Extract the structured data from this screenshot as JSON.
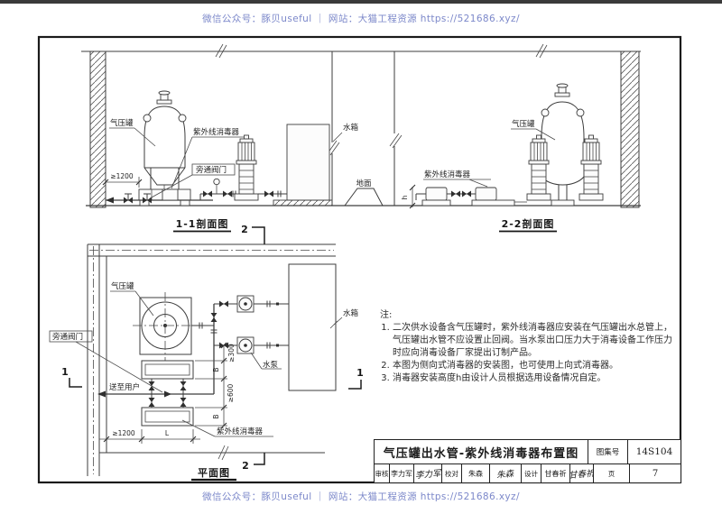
{
  "watermark": {
    "text": "微信公众号：豚贝useful ｜ 网站：大猫工程资源 https://521686.xyz/"
  },
  "sections": {
    "s11": {
      "title": "1-1剖面图",
      "tank": "气压罐",
      "uv": "紫外线消毒器",
      "bypass": "旁通阀门",
      "dim_wall": "≥1200"
    },
    "s22": {
      "title": "2-2剖面图",
      "tank": "气压罐",
      "uv": "紫外线消毒器",
      "dim_h": "h",
      "water_tank": "水箱",
      "ground": "地面"
    },
    "plan": {
      "title": "平面图",
      "tank": "气压罐",
      "bypass": "旁通阀门",
      "to_user": "送至用户",
      "pump": "水泵",
      "uv": "紫外线消毒器",
      "water_tank": "水箱",
      "dim_wall": "≥1200",
      "dim_l": "L",
      "dim_b": "B",
      "dim_600": "≥600",
      "dim_300": "≥300",
      "marker_1": "1",
      "marker_2": "2"
    }
  },
  "notes": {
    "heading": "注:",
    "items": [
      "二次供水设备含气压罐时，紫外线消毒器应安装在气压罐出水总管上，气压罐出水管不应设置止回阀。当水泵出口压力大于消毒设备工作压力时应向消毒设备厂家提出订制产品。",
      "本图为侧向式消毒器的安装图，也可使用上向式消毒器。",
      "消毒器安装高度h由设计人员根据选用设备情况自定。"
    ]
  },
  "title_block": {
    "title": "气压罐出水管-紫外线消毒器布置图",
    "atlas_label": "图集号",
    "atlas_no": "14S104",
    "review_label": "审核",
    "review_name": "李力军",
    "review_sign": "李力军",
    "proof_label": "校对",
    "proof_name": "朱森",
    "proof_sign": "朱森",
    "design_label": "设计",
    "design_name": "甘春祈",
    "design_sign": "甘春祈",
    "page_label": "页",
    "page_no": "7"
  },
  "colors": {
    "watermark": "#7c88ca",
    "line": "#3d3d3d",
    "frame": "#1a1a1a"
  }
}
